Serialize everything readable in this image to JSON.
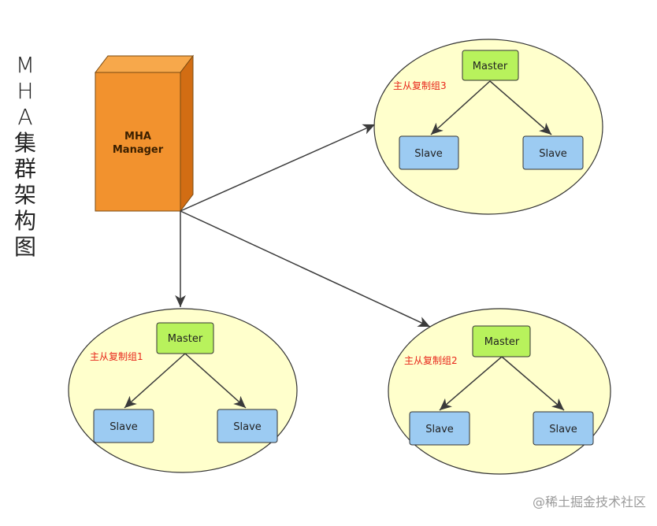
{
  "title_chars": [
    "M",
    "H",
    "A",
    "集",
    "群",
    "架",
    "构",
    "图"
  ],
  "manager": {
    "line1": "MHA",
    "line2": "Manager"
  },
  "groups": [
    {
      "label": "主从复制组3",
      "master": "Master",
      "slaves": [
        "Slave",
        "Slave"
      ]
    },
    {
      "label": "主从复制组1",
      "master": "Master",
      "slaves": [
        "Slave",
        "Slave"
      ]
    },
    {
      "label": "主从复制组2",
      "master": "Master",
      "slaves": [
        "Slave",
        "Slave"
      ]
    }
  ],
  "watermark": "@稀土掘金技术社区",
  "colors": {
    "manager_front": "#f2922e",
    "manager_top": "#f7a84b",
    "manager_side": "#d26d13",
    "ellipse_fill": "#ffffcc",
    "master_fill": "#b8f25c",
    "slave_fill": "#9ccbf2",
    "group_label": "#e8261a",
    "arrow": "#3a3a3a"
  }
}
